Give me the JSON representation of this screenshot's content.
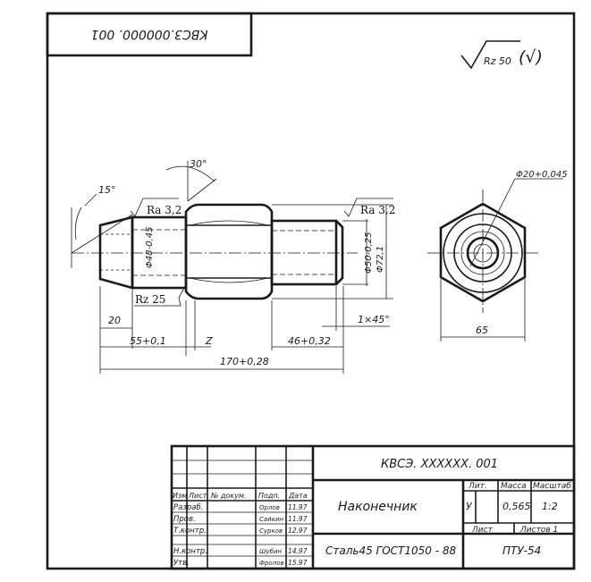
{
  "doc_stamp": "KBC3.000000. 001",
  "roughness_general": {
    "value": "Rz 50",
    "mark": "(√)"
  },
  "dimensions": {
    "chamfer_angle": "15°",
    "hex_angle": "30°",
    "ra_left": "Ra 3,2",
    "ra_right": "Ra 3,2",
    "rz_bottom": "Rz 25",
    "dia_48": "Φ48-0,45",
    "dia_50": "Φ50-0,25",
    "dia_72": "Φ72,1",
    "dia_20": "Φ20+0,045",
    "len_20": "20",
    "len_55": "55+0,1",
    "len_z": "Z",
    "len_46": "46+0,32",
    "len_170": "170+0,28",
    "chamfer_1x45": "1×45°",
    "across_flats_65": "65"
  },
  "title_block": {
    "designation": "КВСЭ. XXXXXX. 001",
    "part_name": "Наконечник",
    "material": "Сталь45 ГОСТ1050 - 88",
    "organization": "ПТУ-54",
    "header_labels": [
      "Изм",
      "Лист",
      "№ докум.",
      "Подп.",
      "Дата"
    ],
    "role_rows": [
      {
        "role": "Разраб.",
        "signature": "Орлов",
        "date": "11.97"
      },
      {
        "role": "Пров.",
        "signature": "Сайкин",
        "date": "11.97"
      },
      {
        "role": "Т.контр.",
        "signature": "Сурков",
        "date": "12.97"
      },
      {
        "role": "",
        "signature": "",
        "date": ""
      },
      {
        "role": "Н.контр.",
        "signature": "Шубин",
        "date": "14.97"
      },
      {
        "role": "Утв.",
        "signature": "Фролов",
        "date": "15.97"
      }
    ],
    "lit_label": "Лит.",
    "mass_label": "Масса",
    "scale_label": "Масштаб",
    "lit_value": "У",
    "mass_value": "0,565",
    "scale_value": "1:2",
    "sheet_label": "Лист",
    "sheets_label": "Листов 1"
  }
}
